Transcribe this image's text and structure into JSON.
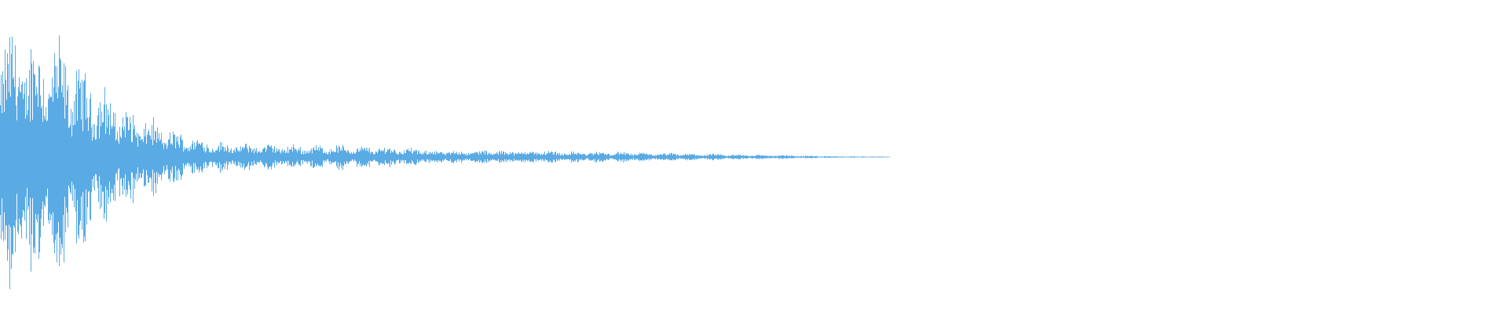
{
  "waveform": {
    "color": "#5aaae4",
    "background": "#ffffff",
    "audio_duration_fraction": 0.59,
    "envelope": [
      1.0,
      0.95,
      0.92,
      0.9,
      0.85,
      0.7,
      0.6,
      0.5,
      0.4,
      0.32,
      0.28,
      0.22,
      0.18,
      0.15,
      0.12,
      0.11,
      0.1,
      0.1,
      0.1,
      0.09,
      0.09,
      0.09,
      0.09,
      0.09,
      0.08,
      0.08,
      0.08,
      0.07,
      0.06,
      0.05,
      0.05,
      0.05,
      0.05,
      0.05,
      0.05,
      0.05,
      0.05,
      0.045,
      0.04,
      0.04,
      0.04,
      0.04,
      0.035,
      0.03,
      0.03,
      0.03,
      0.025,
      0.025,
      0.02,
      0.02,
      0.02,
      0.015,
      0.015,
      0.012,
      0.01,
      0.008,
      0.006,
      0.005,
      0.004,
      0.003
    ]
  }
}
